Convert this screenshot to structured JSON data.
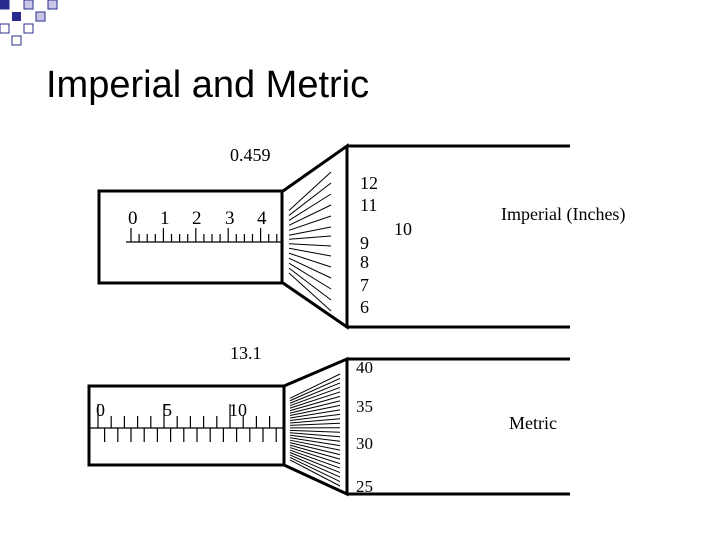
{
  "slide": {
    "title": "Imperial and Metric"
  },
  "imperial": {
    "reading": "0.459",
    "label": "Imperial (Inches)",
    "sleeve_numbers": [
      "0",
      "1",
      "2",
      "3",
      "4"
    ],
    "thimble_numbers": [
      "12",
      "11",
      "10",
      "9",
      "8",
      "7",
      "6"
    ]
  },
  "metric": {
    "reading": "13.1",
    "label": "Metric",
    "sleeve_numbers": [
      "0",
      "5",
      "10"
    ],
    "thimble_numbers": [
      "40",
      "35",
      "30",
      "25"
    ]
  },
  "colors": {
    "accent": "#2b2b8f",
    "ink": "#000000"
  }
}
